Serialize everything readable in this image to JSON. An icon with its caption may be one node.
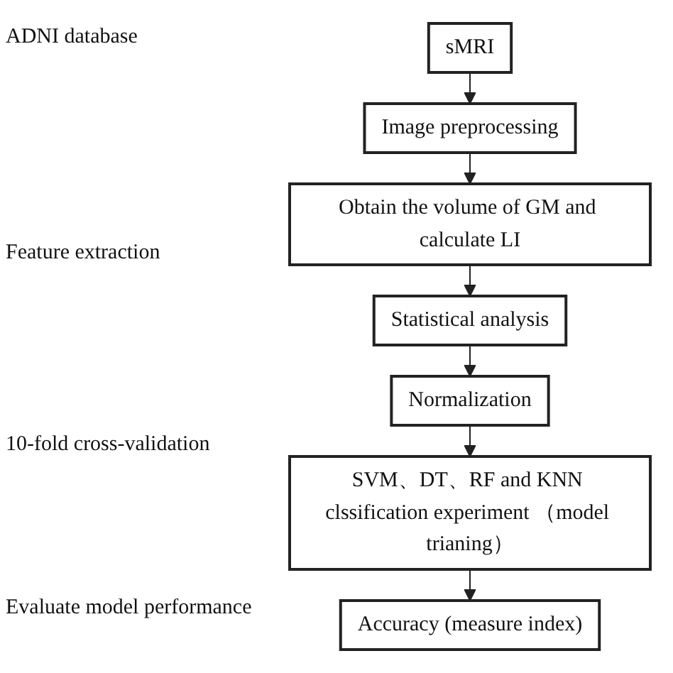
{
  "diagram": {
    "nodes": [
      {
        "text": [
          "sMRI"
        ]
      },
      {
        "text": [
          "Image preprocessing"
        ]
      },
      {
        "text": [
          "Obtain the volume of GM and calculate LI"
        ]
      },
      {
        "text": [
          "Statistical analysis"
        ]
      },
      {
        "text": [
          "Normalization"
        ]
      },
      {
        "text": [
          "SVM、DT、RF and KNN clssification experiment （model trianing）"
        ]
      },
      {
        "text": [
          "Accuracy (measure index)"
        ]
      }
    ],
    "edges": [
      {
        "from": 0,
        "to": 1,
        "arrow": "to"
      },
      {
        "from": 1,
        "to": 2,
        "arrow": "to"
      },
      {
        "from": 2,
        "to": 3,
        "arrow": "to"
      },
      {
        "from": 3,
        "to": 4,
        "arrow": "to"
      },
      {
        "from": 4,
        "to": 5,
        "arrow": "to"
      },
      {
        "from": 5,
        "to": 6,
        "arrow": "to"
      }
    ],
    "labels": [
      "ADNI database",
      "Feature extraction",
      "10-fold cross-validation",
      "Evaluate model performance"
    ]
  }
}
